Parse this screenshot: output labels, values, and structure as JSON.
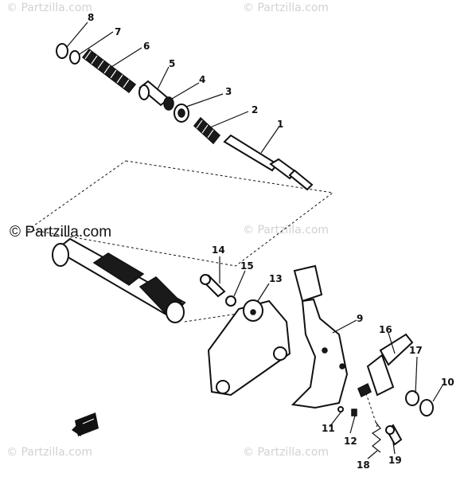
{
  "watermarks": {
    "top_left": "© Partzilla.com",
    "top_right": "© Partzilla.com",
    "mid_right": "© Partzilla.com",
    "main": "© Partzilla.com",
    "bottom_left": "© Partzilla.com",
    "bottom_right": "© Partzilla.com"
  },
  "callouts": {
    "p1": "1",
    "p2": "2",
    "p3": "3",
    "p4": "4",
    "p5": "5",
    "p6": "6",
    "p7": "7",
    "p8": "8",
    "p9": "9",
    "p10": "10",
    "p11": "11",
    "p12": "12",
    "p13": "13",
    "p14": "14",
    "p15": "15",
    "p16": "16",
    "p17": "17",
    "p18": "18",
    "p19": "19"
  }
}
